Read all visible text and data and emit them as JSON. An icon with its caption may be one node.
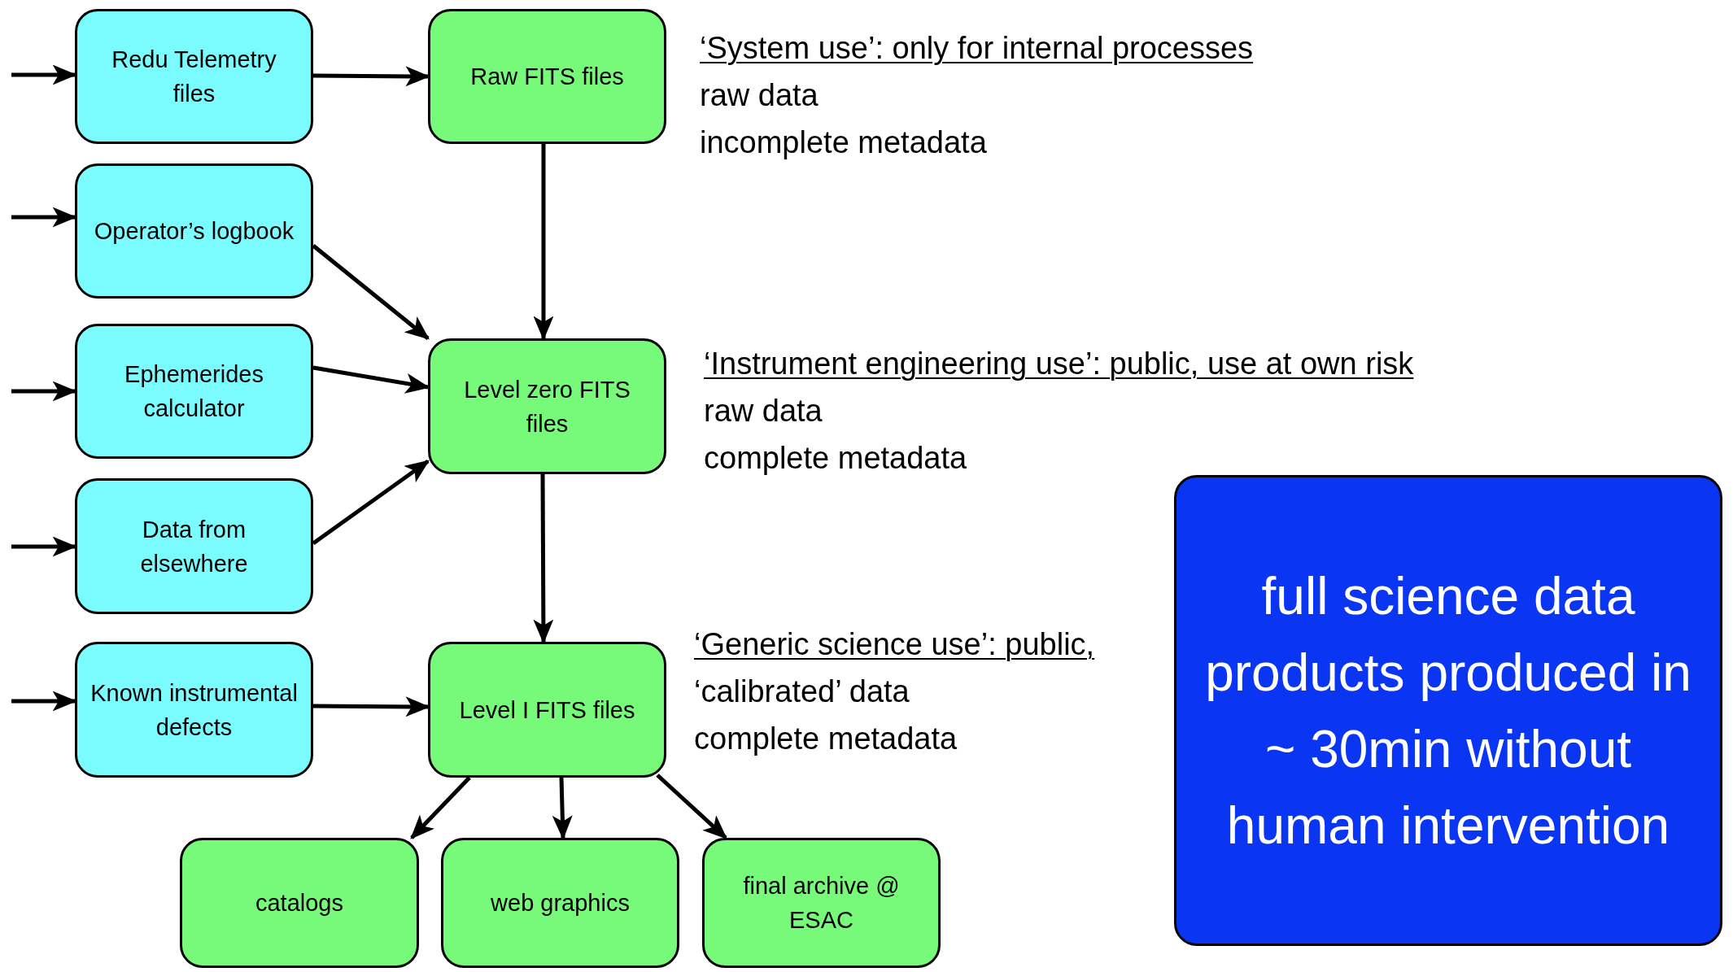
{
  "diagram": {
    "nodes": [
      {
        "text": [
          "Redu Telemetry files"
        ]
      },
      {
        "text": [
          "Raw FITS files"
        ]
      },
      {
        "text": [
          "Operator’s logbook"
        ]
      },
      {
        "text": [
          "Level zero FITS files"
        ]
      },
      {
        "text": [
          "Ephemerides calculator"
        ]
      },
      {
        "text": [
          "Data from elsewhere"
        ]
      },
      {
        "text": [
          "Known instrumental defects"
        ]
      },
      {
        "text": [
          "Level I FITS files"
        ]
      },
      {
        "text": [
          "catalogs"
        ]
      },
      {
        "text": [
          "web graphics"
        ]
      },
      {
        "text": [
          "final archive @ ESAC"
        ]
      },
      {
        "text": [
          "full science data products produced in ~ 30min without human intervention"
        ]
      }
    ],
    "edges": [
      {
        "from": null,
        "to": 0,
        "arrow": "to"
      },
      {
        "from": null,
        "to": 2,
        "arrow": "to"
      },
      {
        "from": null,
        "to": 4,
        "arrow": "to"
      },
      {
        "from": null,
        "to": 5,
        "arrow": "to"
      },
      {
        "from": null,
        "to": 6,
        "arrow": "to"
      },
      {
        "from": 0,
        "to": 1,
        "arrow": "to"
      },
      {
        "from": 1,
        "to": 3,
        "arrow": "to"
      },
      {
        "from": 2,
        "to": 3,
        "arrow": "to"
      },
      {
        "from": 4,
        "to": 3,
        "arrow": "to"
      },
      {
        "from": 5,
        "to": 3,
        "arrow": "to"
      },
      {
        "from": 3,
        "to": 7,
        "arrow": "to"
      },
      {
        "from": 6,
        "to": 7,
        "arrow": "to"
      },
      {
        "from": 7,
        "to": 8,
        "arrow": "to"
      },
      {
        "from": 7,
        "to": 9,
        "arrow": "to"
      },
      {
        "from": 7,
        "to": 10,
        "arrow": "to"
      }
    ],
    "labels": [
      "‘System use’: only for internal processes",
      "raw data",
      "incomplete metadata",
      "‘Instrument engineering use’: public, use at own risk",
      "raw data",
      "complete metadata",
      "‘Generic science use’: public,",
      "‘calibrated’ data",
      "complete metadata"
    ]
  }
}
